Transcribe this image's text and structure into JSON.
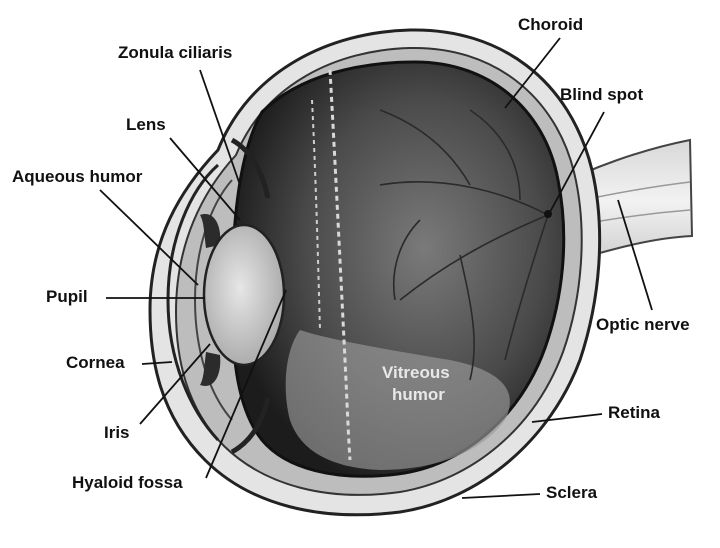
{
  "labels": {
    "choroid": "Choroid",
    "zonula_ciliaris": "Zonula ciliaris",
    "blind_spot": "Blind spot",
    "lens": "Lens",
    "aqueous_humor": "Aqueous humor",
    "pupil": "Pupil",
    "optic_nerve": "Optic nerve",
    "cornea": "Cornea",
    "vitreous_humor_line1": "Vitreous",
    "vitreous_humor_line2": "humor",
    "retina": "Retina",
    "iris": "Iris",
    "hyaloid_fossa": "Hyaloid fossa",
    "sclera": "Sclera"
  }
}
